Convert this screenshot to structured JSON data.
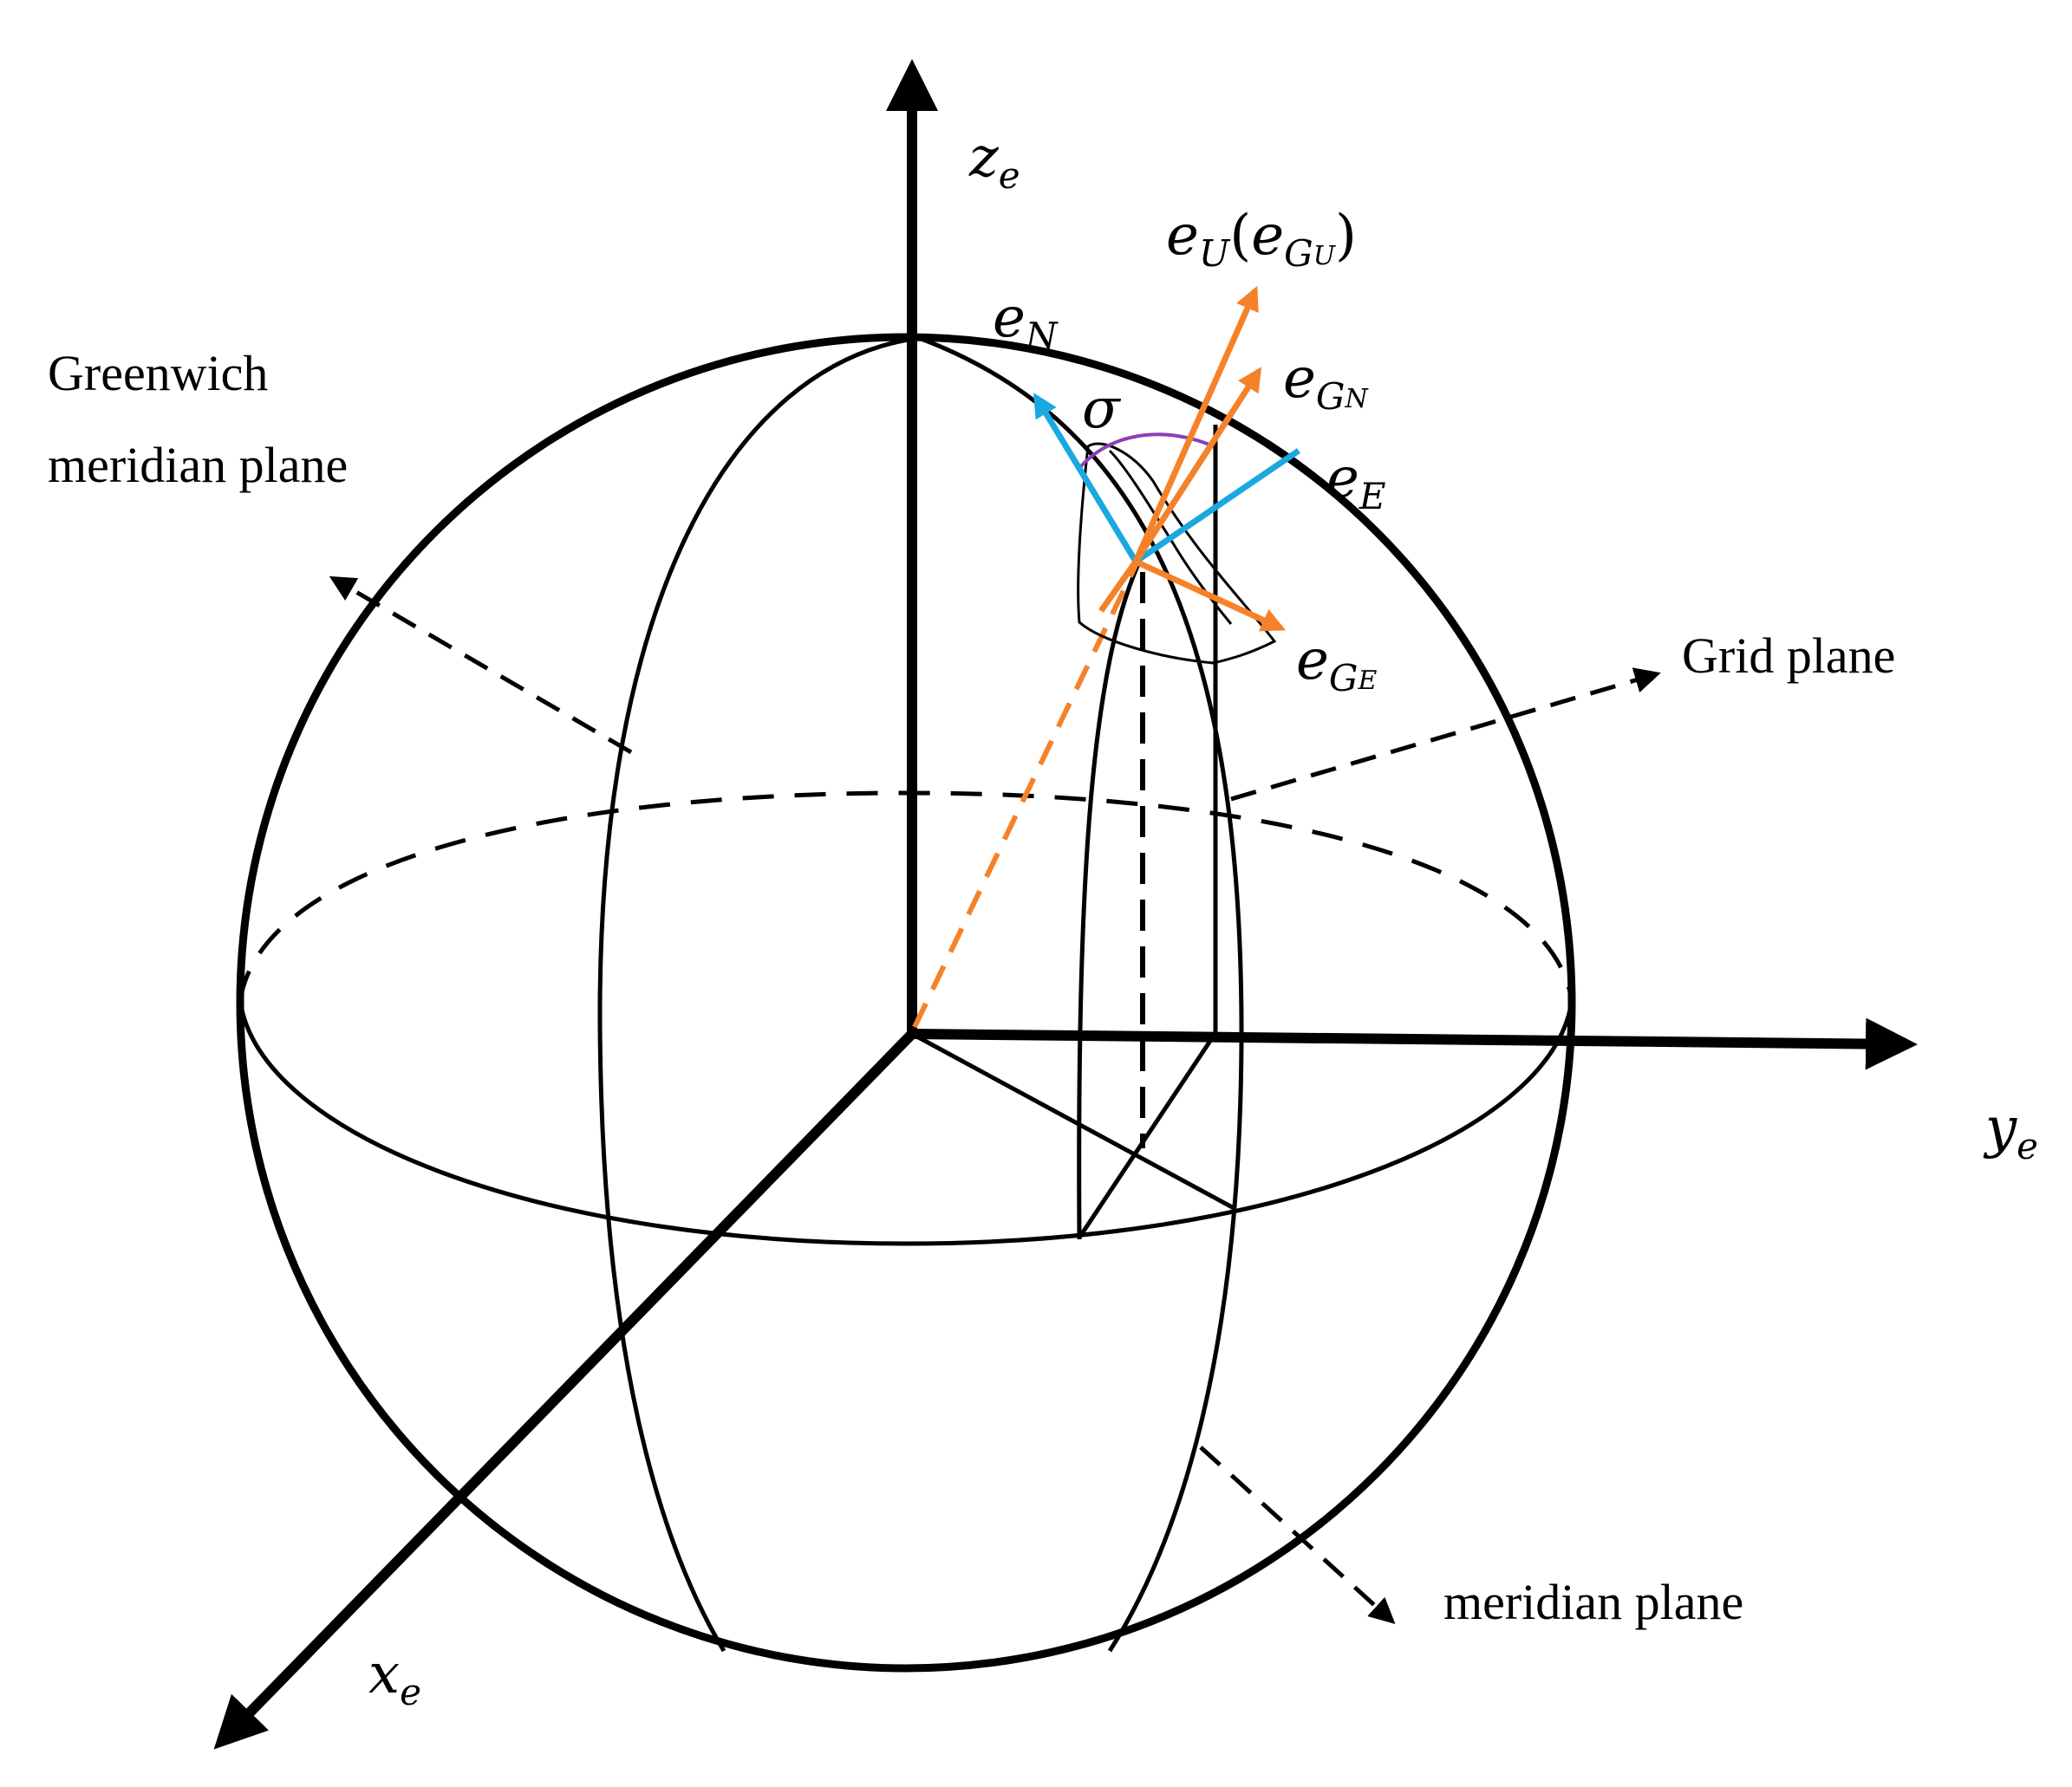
{
  "labels": {
    "z_axis": {
      "base": "z",
      "sub": "e"
    },
    "y_axis": {
      "base": "y",
      "sub": "e"
    },
    "x_axis": {
      "base": "x",
      "sub": "e"
    },
    "e_N": {
      "base": "e",
      "sub": "N"
    },
    "e_E": {
      "base": "e",
      "sub": "E"
    },
    "e_U": {
      "base": "e",
      "sub": "U",
      "paren_open": "(",
      "inner_base": "e",
      "inner_sub": "G",
      "inner_subsub": "U",
      "paren_close": ")"
    },
    "e_GN": {
      "base": "e",
      "sub": "G",
      "subsub": "N"
    },
    "e_GE": {
      "base": "e",
      "sub": "G",
      "subsub": "E"
    },
    "sigma": "σ",
    "greenwich_line1": "Greenwich",
    "greenwich_line2": "meridian plane",
    "grid_plane": "Grid plane",
    "meridian_plane": "meridian plane"
  },
  "colors": {
    "ink": "#000000",
    "orange": "#F5822A",
    "blue": "#1AA8E0",
    "purple": "#8B3FB8"
  }
}
